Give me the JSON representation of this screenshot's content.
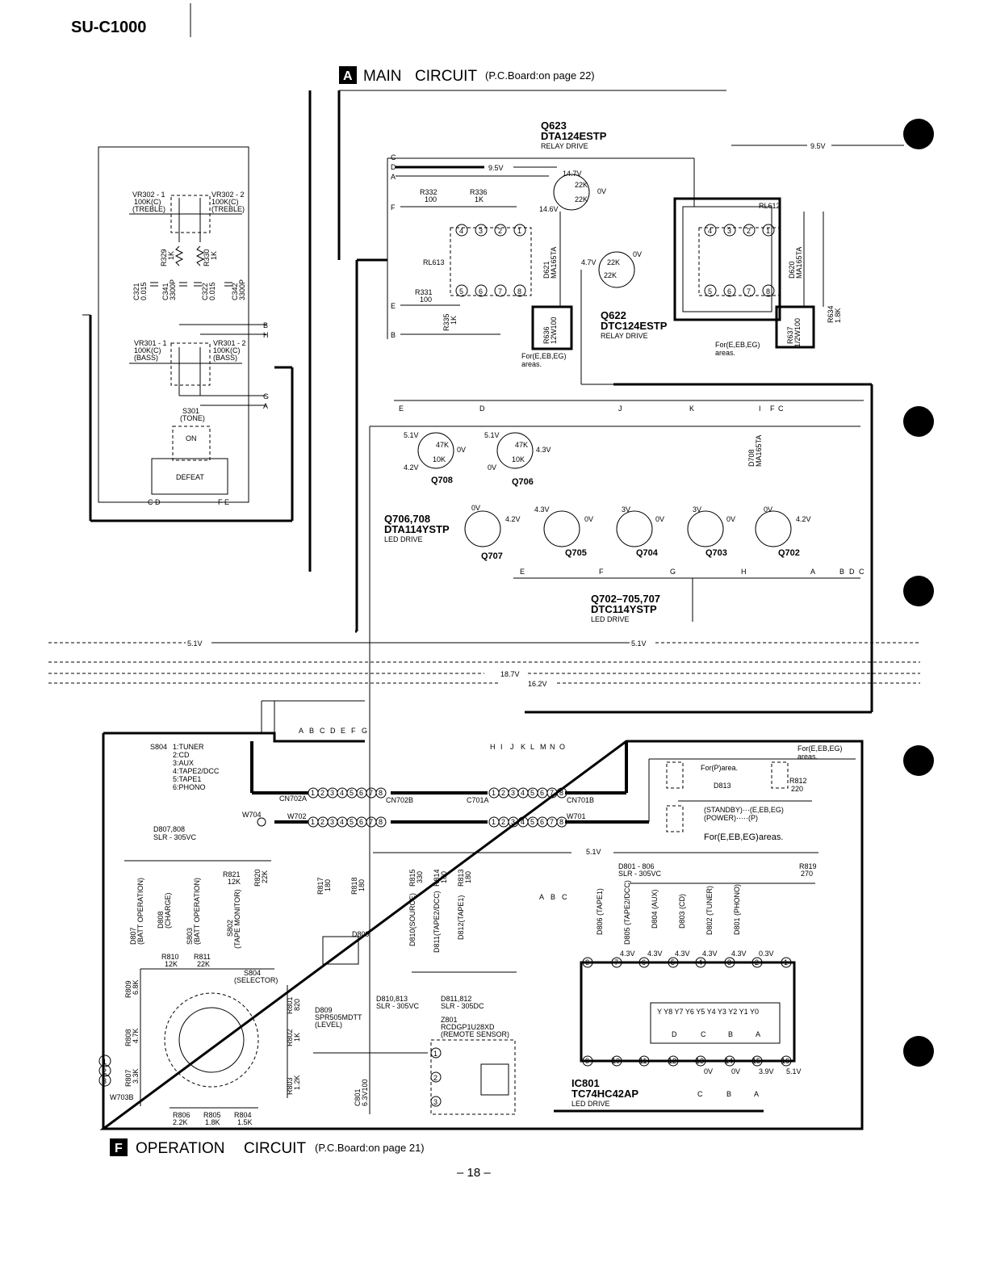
{
  "header": {
    "model": "SU-C1000"
  },
  "section_a": {
    "letter": "A",
    "title": "MAIN",
    "title2": "CIRCUIT",
    "note": "(P.C.Board:on page 22)"
  },
  "section_f": {
    "letter": "F",
    "title": "OPERATION",
    "title2": "CIRCUIT",
    "note": "(P.C.Board:on page 21)"
  },
  "page_number": "– 18 –",
  "tone": {
    "vr302_1": [
      "VR302 - 1",
      "100K(C)",
      "(TREBLE)"
    ],
    "vr302_2": [
      "VR302 - 2",
      "100K(C)",
      "(TREBLE)"
    ],
    "r329": [
      "R329",
      "1K"
    ],
    "r330": [
      "R330",
      "1K"
    ],
    "c321": [
      "C321",
      "0.015"
    ],
    "c341": [
      "C341",
      "3300P"
    ],
    "c322": [
      "C322",
      "0.015"
    ],
    "c342": [
      "C342",
      "3300P"
    ],
    "vr301_1": [
      "VR301 - 1",
      "100K(C)",
      "(BASS)"
    ],
    "vr301_2": [
      "VR301 - 2",
      "100K(C)",
      "(BASS)"
    ],
    "s301": [
      "S301",
      "(TONE)"
    ],
    "on": "ON",
    "defeat": "DEFEAT",
    "pins_left": "C D",
    "pins_right": "F E",
    "side_pins": [
      "B",
      "H",
      "G",
      "A"
    ]
  },
  "relay": {
    "q623": [
      "Q623",
      "DTA124ESTP",
      "RELAY DRIVE"
    ],
    "q622": [
      "Q622",
      "DTC124ESTP",
      "RELAY DRIVE"
    ],
    "r332": [
      "R332",
      "100"
    ],
    "r336": [
      "R336",
      "1K"
    ],
    "r331": [
      "R331",
      "100"
    ],
    "r335": [
      "R335",
      "1K"
    ],
    "rl613": "RL613",
    "rl612": "RL612",
    "d621": [
      "D621",
      "MA165TA"
    ],
    "d620": [
      "D620",
      "MA165TA"
    ],
    "r636": [
      "R636",
      "12W100"
    ],
    "r637": [
      "R637",
      "1/2W100"
    ],
    "r634": [
      "R634",
      "1.8K"
    ],
    "for_areas": [
      "For(E,EB,EG)",
      "areas."
    ],
    "volt_9v5": "9.5V",
    "volt_147": "14.7V",
    "volt_146": "14.6V",
    "volt_0v": "0V",
    "volt_47": "4.7V",
    "res_22k": "22K",
    "pins": [
      "C",
      "D",
      "A",
      "F",
      "E",
      "B"
    ],
    "relay_pins": [
      "4",
      "3",
      "2",
      "1",
      "5",
      "6",
      "7",
      "8"
    ]
  },
  "led_drive": {
    "q708": "Q708",
    "q706": "Q706",
    "q706_708": [
      "Q706,708",
      "DTA114YSTP",
      "LED DRIVE"
    ],
    "q702_705_707": [
      "Q702–705,707",
      "DTC114YSTP",
      "LED DRIVE"
    ],
    "q707": "Q707",
    "q705": "Q705",
    "q704": "Q704",
    "q703": "Q703",
    "q702": "Q702",
    "d708": [
      "D708",
      "MA165TA"
    ],
    "volt_51": "5.1V",
    "volt_42": "4.2V",
    "volt_43": "4.3V",
    "volt_0": "0V",
    "volt_3": "3V",
    "res_47k": "47K",
    "res_10k": "10K",
    "top_labels": [
      "E",
      "D",
      "J",
      "K",
      "I",
      "F",
      "C"
    ],
    "bottom_labels": [
      "E",
      "F",
      "G",
      "H",
      "A",
      "B",
      "D",
      "C"
    ]
  },
  "rails": {
    "r51a": "5.1V",
    "r51b": "5.1V",
    "r187": "18.7V",
    "r162": "16.2V"
  },
  "operation": {
    "connA_pins": [
      "A",
      "B",
      "C",
      "D",
      "E",
      "F",
      "G"
    ],
    "connH_pins": [
      "H",
      "I",
      "J",
      "K",
      "L",
      "M",
      "N",
      "O"
    ],
    "s804_list": [
      "S804",
      "1:TUNER",
      "2:CD",
      "3:AUX",
      "4:TAPE2/DCC",
      "5:TAPE1",
      "6:PHONO"
    ],
    "cn702a": "CN702A",
    "cn702b": "CN702B",
    "c701a": "C701A",
    "cn701b": "CN701B",
    "w704": "W704",
    "w702": "W702",
    "w701": "W701",
    "w703b": "W703B",
    "connector_digits": [
      "1",
      "2",
      "3",
      "4",
      "5",
      "6",
      "7",
      "8"
    ],
    "d807_808": [
      "D807,808",
      "SLR - 305VC"
    ],
    "d807": [
      "D807",
      "(BATT OPERATION)"
    ],
    "d808": [
      "D808",
      "(CHARGE)"
    ],
    "s803": [
      "S803",
      "(BATT OPERATION)"
    ],
    "s802": [
      "S802",
      "(TAPE MONITOR)"
    ],
    "r821": [
      "R821",
      "12K"
    ],
    "r820": [
      "R820",
      "22K"
    ],
    "r810": [
      "R810",
      "12K"
    ],
    "r811": [
      "R811",
      "22K"
    ],
    "s804_sel": [
      "S804",
      "(SELECTOR)"
    ],
    "r809": [
      "R809",
      "6.8K"
    ],
    "r808": [
      "R808",
      "4.7K"
    ],
    "r807": [
      "R807",
      "3.3K"
    ],
    "r806": [
      "R806",
      "2.2K"
    ],
    "r805": [
      "R805",
      "1.8K"
    ],
    "r804": [
      "R804",
      "1.5K"
    ],
    "r801": [
      "R801",
      "820"
    ],
    "r802": [
      "R802",
      "1K"
    ],
    "r803": [
      "R803",
      "1.2K"
    ],
    "r817": [
      "R817",
      "180"
    ],
    "r818": [
      "R818",
      "180"
    ],
    "d809": [
      "D809",
      "SPR505MDTT",
      "(LEVEL)"
    ],
    "c801": [
      "C801",
      "6.3V100"
    ],
    "r815": [
      "R815",
      "330"
    ],
    "r814": [
      "R814",
      "180"
    ],
    "r813": [
      "R813",
      "180"
    ],
    "d810": [
      "D810(SOURCE)"
    ],
    "d811": [
      "D811(TAPE2/DCC)"
    ],
    "d812": [
      "D812(TAPE1)"
    ],
    "d810_813": [
      "D810,813",
      "SLR - 305VC"
    ],
    "d811_812": [
      "D811,812",
      "SLR - 305DC"
    ],
    "z801": [
      "Z801",
      "RCDGP1U28XD",
      "(REMOTE SENSOR)"
    ],
    "abc": [
      "A",
      "B",
      "C"
    ],
    "for_p": "For(P)area.",
    "for_e_top": [
      "For(E,EB,EG)",
      "areas."
    ],
    "d813": "D813",
    "r812": [
      "R812",
      "220"
    ],
    "standby": [
      "(STANDBY)···(E,EB,EG)",
      "(POWER)·····(P)"
    ],
    "for_e_bottom": "For(E,EB,EG)areas.",
    "volt_51": "5.1V",
    "d801_806": [
      "D801 - 806",
      "SLR - 305VC"
    ],
    "r819": [
      "R819",
      "270"
    ],
    "leds": [
      "D806 (TAPE1)",
      "D805 (TAPE2/DCC)",
      "D804 (AUX)",
      "D803 (CD)",
      "D802 (TUNER)",
      "D801 (PHONO)"
    ],
    "ic_volts": [
      "4.3V",
      "4.3V",
      "4.3V",
      "4.3V",
      "4.3V",
      "0.3V"
    ],
    "ic_top_pins": [
      "8",
      "7",
      "6",
      "5",
      "4",
      "3",
      "2",
      "1"
    ],
    "ic_bottom_pins": [
      "9",
      "10",
      "11",
      "12",
      "13",
      "14",
      "15",
      "16"
    ],
    "ic_outputs": "Y Y8 Y7 Y6 Y5 Y4 Y3 Y2 Y1 Y0",
    "ic_inputs": [
      "D",
      "C",
      "B",
      "A"
    ],
    "ic_bottom_volts": [
      "0V",
      "0V",
      "3.9V",
      "5.1V"
    ],
    "ic801": [
      "IC801",
      "TC74HC42AP",
      "LED DRIVE"
    ],
    "ic_abc": [
      "C",
      "B",
      "A"
    ]
  }
}
